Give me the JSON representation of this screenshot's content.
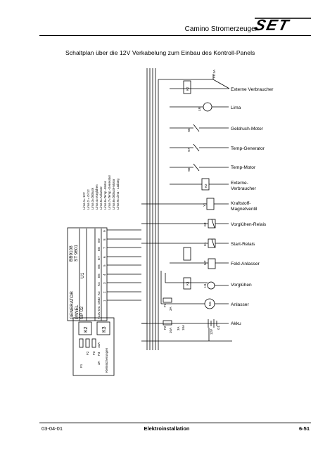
{
  "header": {
    "title": "Camino Stromerzeuger",
    "logo_text": "SET"
  },
  "page": {
    "subtitle": "Schaltplan über die 12V Verkabelung zum Einbau des Kontroll-Panels"
  },
  "diagram": {
    "labels": [
      "Externe Verbraucher",
      "Lima",
      "Geldruch-Motor",
      "Temp-Generator",
      "Temp-Motor",
      "Externe-",
      "Verbraucher",
      "Kraftstoff-",
      "Magnetventil",
      "Vorglühen-Relais",
      "Start-Relais",
      "Feld-Anlasser",
      "Vorglühen",
      "Anlasser",
      "Akku"
    ],
    "panel": {
      "line1": "GENERATOR",
      "line2": "PANEL",
      "line3": "GP 02",
      "code1": "BB9108",
      "code2": "ST 9601",
      "unit": "U1",
      "terminals": [
        "+12V DC",
        "GND",
        "K2",
        "K4",
        "E5",
        "E6",
        "E7",
        "E8",
        "E9"
      ],
      "pins": [
        "1",
        "2",
        "3",
        "4",
        "5",
        "6",
        "7",
        "8",
        "9"
      ]
    },
    "legend": [
      "Lima 1= 12V",
      "Lima 2 = Ol 12",
      "Lima 3=Öldruck",
      "Lima 4=Vorglühen",
      "Lima 5=Anlasser",
      "Lima 6=Temp.-Motor",
      "Lima 7=Temp.-Generator",
      "Lima 8=Öldruck-Motor",
      "Lima 9=Lima - Ladung"
    ],
    "fusebox": {
      "k2": "K2",
      "k3": "K3",
      "fuses": [
        "F1",
        "F2",
        "F3"
      ],
      "ratings": [
        "3A",
        "F3",
        "10A"
      ],
      "caption": "Kleinsicherungen"
    },
    "components": {
      "k2_top": "K2",
      "ext_fuse": "F5 3A",
      "lima_sym": "LM",
      "s5": "S5",
      "s7": "S7",
      "s6": "S6",
      "k_ext": "K2",
      "y1": "Y1",
      "k3": "K3",
      "k1": "K1",
      "mf": "MF",
      "k4": "K4",
      "h1": "H1",
      "m1": "M1",
      "f1": "F1",
      "f2": "F2",
      "f1_rating": "3A",
      "f2_rating": "10A",
      "batt": "12V",
      "g1": "G1",
      "fuse_a": "3A",
      "fuse_b": "10A"
    }
  },
  "footer": {
    "date": "03-04-01",
    "section": "Elektroinstallation",
    "page": "6-51"
  }
}
